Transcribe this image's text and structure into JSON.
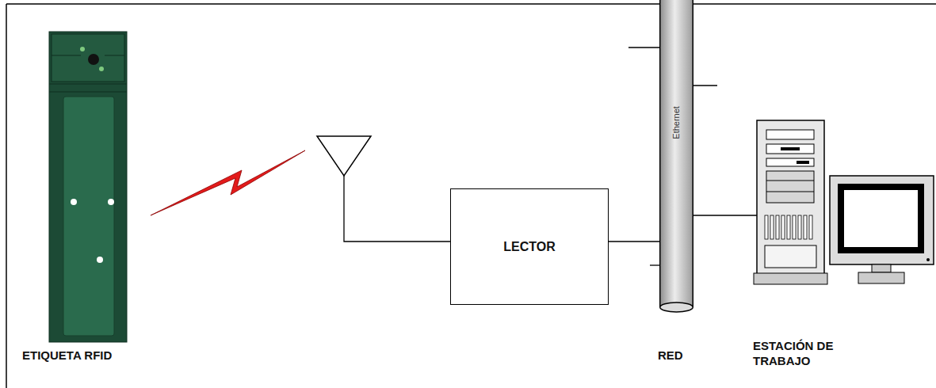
{
  "diagram": {
    "nodes": [
      {
        "text": [
          "ETIQUETA RFID"
        ]
      },
      {
        "text": [
          "LECTOR"
        ]
      },
      {
        "text": [
          "Ethernet",
          "RED"
        ]
      },
      {
        "text": [
          "ESTACIÓN DE TRABAJO"
        ]
      }
    ],
    "edges": [
      {
        "from": 1,
        "to": 2,
        "arrow": "none"
      },
      {
        "from": 2,
        "to": 3,
        "arrow": "none"
      }
    ]
  }
}
